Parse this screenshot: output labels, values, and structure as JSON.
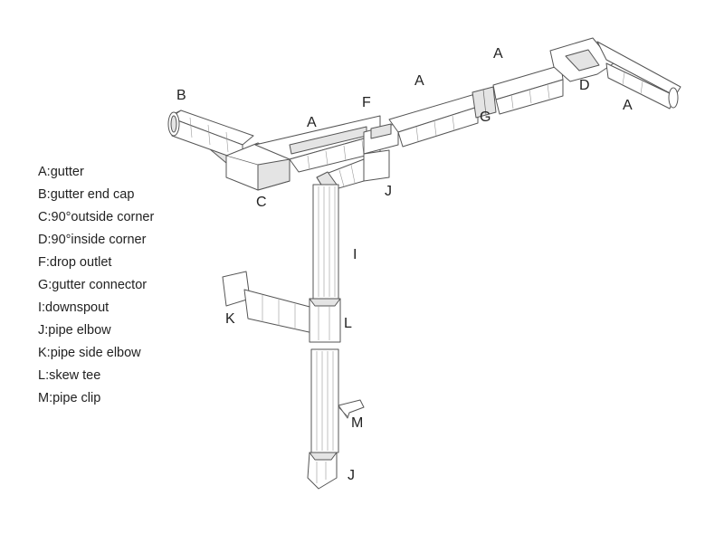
{
  "legend": [
    "A:gutter",
    "B:gutter end cap",
    "C:90°outside corner",
    "D:90°inside corner",
    "F:drop outlet",
    "G:gutter connector",
    "I:downspout",
    "J:pipe elbow",
    "K:pipe side elbow",
    "L:skew tee",
    "M:pipe clip"
  ],
  "callouts": {
    "a1": "A",
    "a2": "A",
    "a3": "A",
    "a4": "A",
    "b": "B",
    "c": "C",
    "d": "D",
    "f": "F",
    "g": "G",
    "i": "I",
    "j_top": "J",
    "j_bottom": "J",
    "k": "K",
    "l": "L",
    "m": "M"
  },
  "colors": {
    "line": "#555555",
    "text": "#222222",
    "shade": "#e4e4e4"
  }
}
